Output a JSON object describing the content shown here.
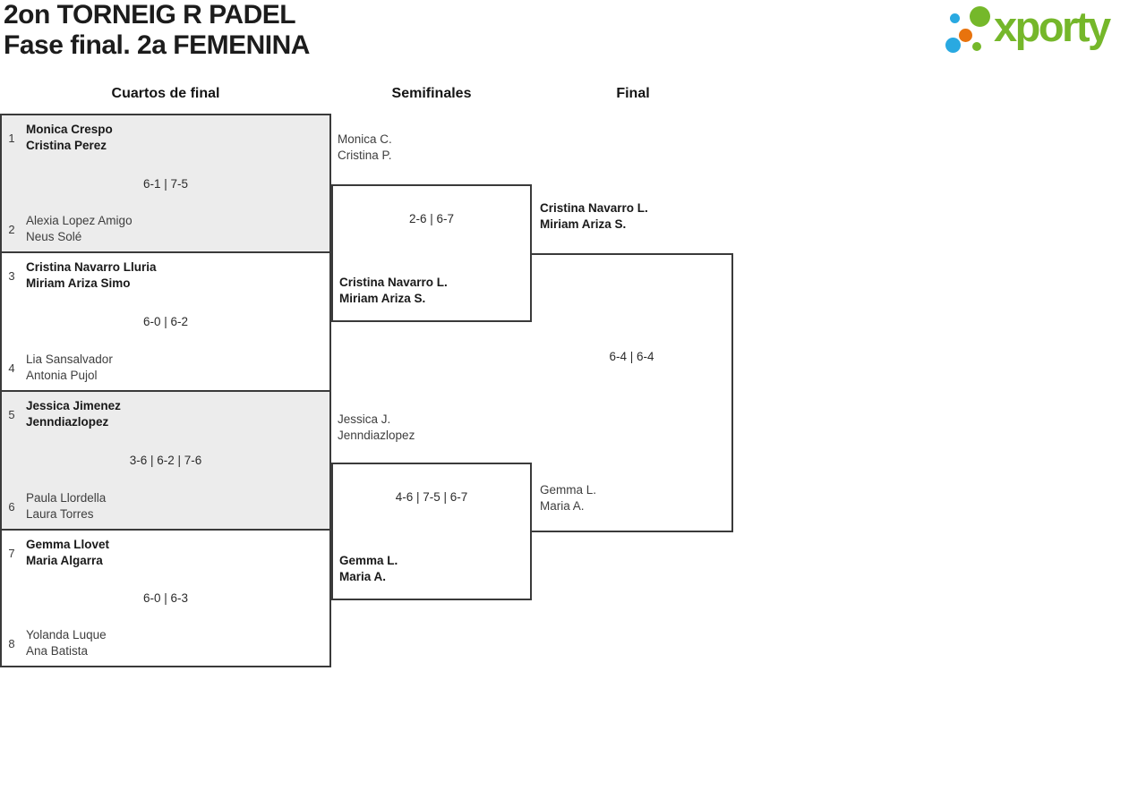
{
  "page": {
    "title_line1": "2on TORNEIG R PADEL",
    "title_line2": "Fase final. 2a FEMENINA"
  },
  "brand": {
    "logo_text": "xporty",
    "colors": {
      "green": "#75b72a",
      "blue": "#29a9e1",
      "orange": "#e8730d"
    }
  },
  "columns": {
    "quarterfinals_label": "Cuartos de final",
    "semifinals_label": "Semifinales",
    "final_label": "Final"
  },
  "bracket": {
    "quarterfinals": [
      {
        "seed_top": "1",
        "team_top_line1": "Monica Crespo",
        "team_top_line2": "Cristina Perez",
        "top_is_winner": true,
        "score": "6-1 | 7-5",
        "seed_bottom": "2",
        "team_bottom_line1": "Alexia Lopez Amigo",
        "team_bottom_line2": "Neus Solé",
        "bottom_is_winner": false
      },
      {
        "seed_top": "3",
        "team_top_line1": "Cristina Navarro Lluria",
        "team_top_line2": "Miriam Ariza Simo",
        "top_is_winner": true,
        "score": "6-0 | 6-2",
        "seed_bottom": "4",
        "team_bottom_line1": "Lia Sansalvador",
        "team_bottom_line2": "Antonia Pujol",
        "bottom_is_winner": false
      },
      {
        "seed_top": "5",
        "team_top_line1": "Jessica Jimenez",
        "team_top_line2": "Jenndiazlopez",
        "top_is_winner": true,
        "score": "3-6 | 6-2 | 7-6",
        "seed_bottom": "6",
        "team_bottom_line1": "Paula Llordella",
        "team_bottom_line2": "Laura Torres",
        "bottom_is_winner": false
      },
      {
        "seed_top": "7",
        "team_top_line1": "Gemma Llovet",
        "team_top_line2": "Maria Algarra",
        "top_is_winner": true,
        "score": "6-0 | 6-3",
        "seed_bottom": "8",
        "team_bottom_line1": "Yolanda Luque",
        "team_bottom_line2": "Ana Batista",
        "bottom_is_winner": false
      }
    ],
    "semifinals": [
      {
        "team_top_line1": "Monica C.",
        "team_top_line2": "Cristina P.",
        "top_is_winner": false,
        "score": "2-6 | 6-7",
        "winner_line1": "Cristina Navarro L.",
        "winner_line2": "Miriam Ariza S."
      },
      {
        "team_top_line1": "Jessica J.",
        "team_top_line2": "Jenndiazlopez",
        "top_is_winner": false,
        "score": "4-6 | 7-5 | 6-7",
        "winner_line1": "Gemma L.",
        "winner_line2": "Maria A."
      }
    ],
    "final": {
      "team_top_line1": "Cristina Navarro L.",
      "team_top_line2": "Miriam Ariza S.",
      "top_is_winner": true,
      "score": "6-4 | 6-4",
      "team_bottom_line1": "Gemma L.",
      "team_bottom_line2": "Maria A.",
      "bottom_is_winner": false
    }
  }
}
